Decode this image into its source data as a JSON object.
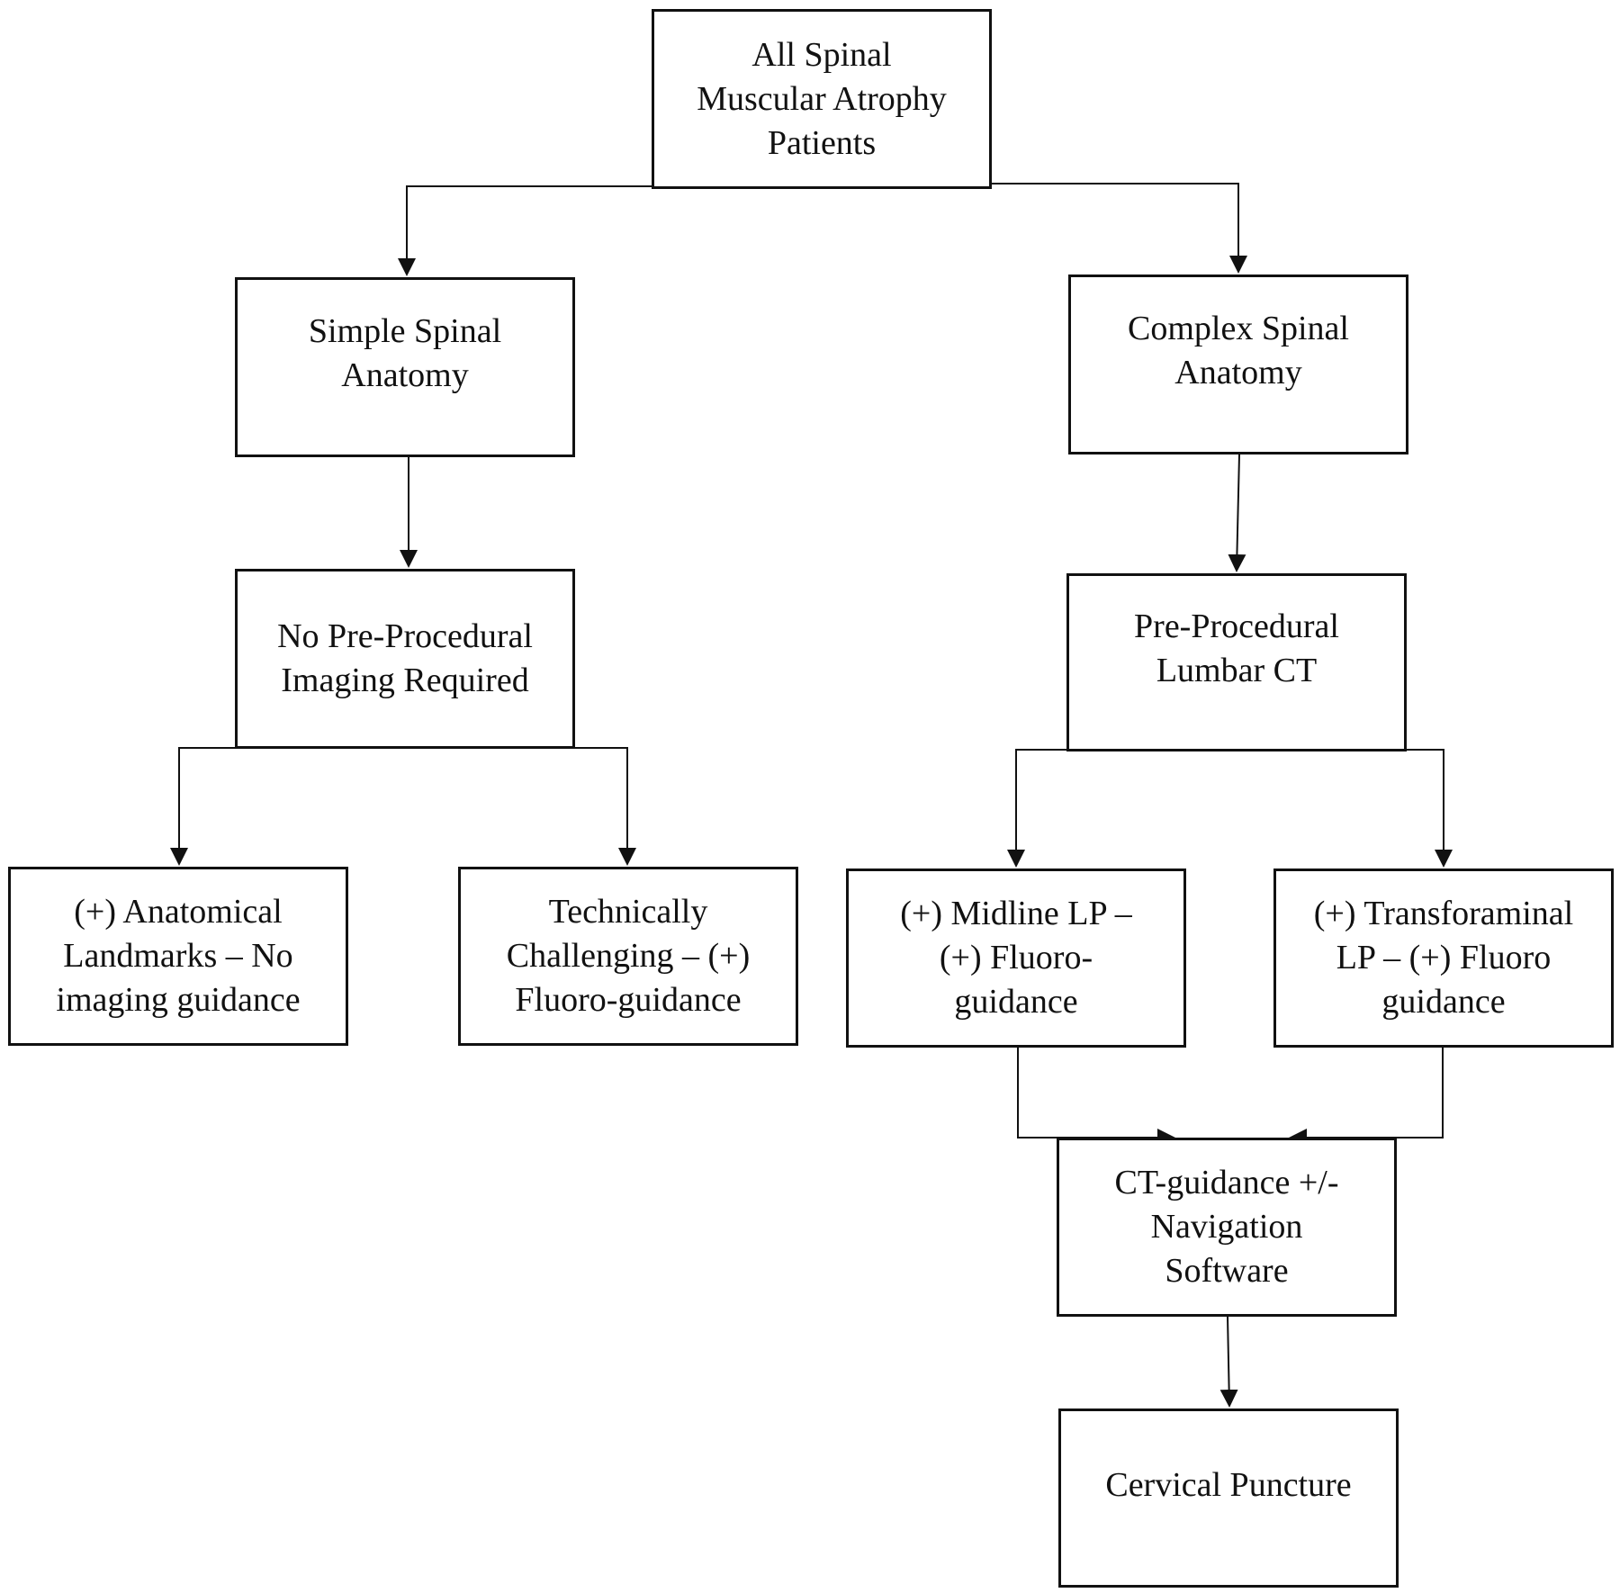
{
  "flowchart": {
    "nodes": {
      "root": "All Spinal\nMuscular Atrophy\nPatients",
      "simple": "Simple Spinal\nAnatomy",
      "complex": "Complex Spinal\nAnatomy",
      "no_imaging": "No Pre-Procedural\nImaging Required",
      "lumbar_ct": "Pre-Procedural\nLumbar CT",
      "landmarks": "(+) Anatomical\nLandmarks – No\nimaging guidance",
      "technical": "Technically\nChallenging – (+)\nFluoro-guidance",
      "midline": "(+) Midline LP –\n(+) Fluoro-\nguidance",
      "transforaminal": "(+) Transforaminal\nLP – (+) Fluoro\nguidance",
      "ct_guidance": "CT-guidance +/-\nNavigation\nSoftware",
      "cervical": "Cervical Puncture"
    },
    "edges": [
      [
        "root",
        "simple"
      ],
      [
        "root",
        "complex"
      ],
      [
        "simple",
        "no_imaging"
      ],
      [
        "complex",
        "lumbar_ct"
      ],
      [
        "no_imaging",
        "landmarks"
      ],
      [
        "no_imaging",
        "technical"
      ],
      [
        "lumbar_ct",
        "midline"
      ],
      [
        "lumbar_ct",
        "transforaminal"
      ],
      [
        "midline",
        "ct_guidance"
      ],
      [
        "transforaminal",
        "ct_guidance"
      ],
      [
        "ct_guidance",
        "cervical"
      ]
    ],
    "colors": {
      "line": "#111111",
      "box_border": "#111111",
      "background": "#ffffff"
    }
  }
}
